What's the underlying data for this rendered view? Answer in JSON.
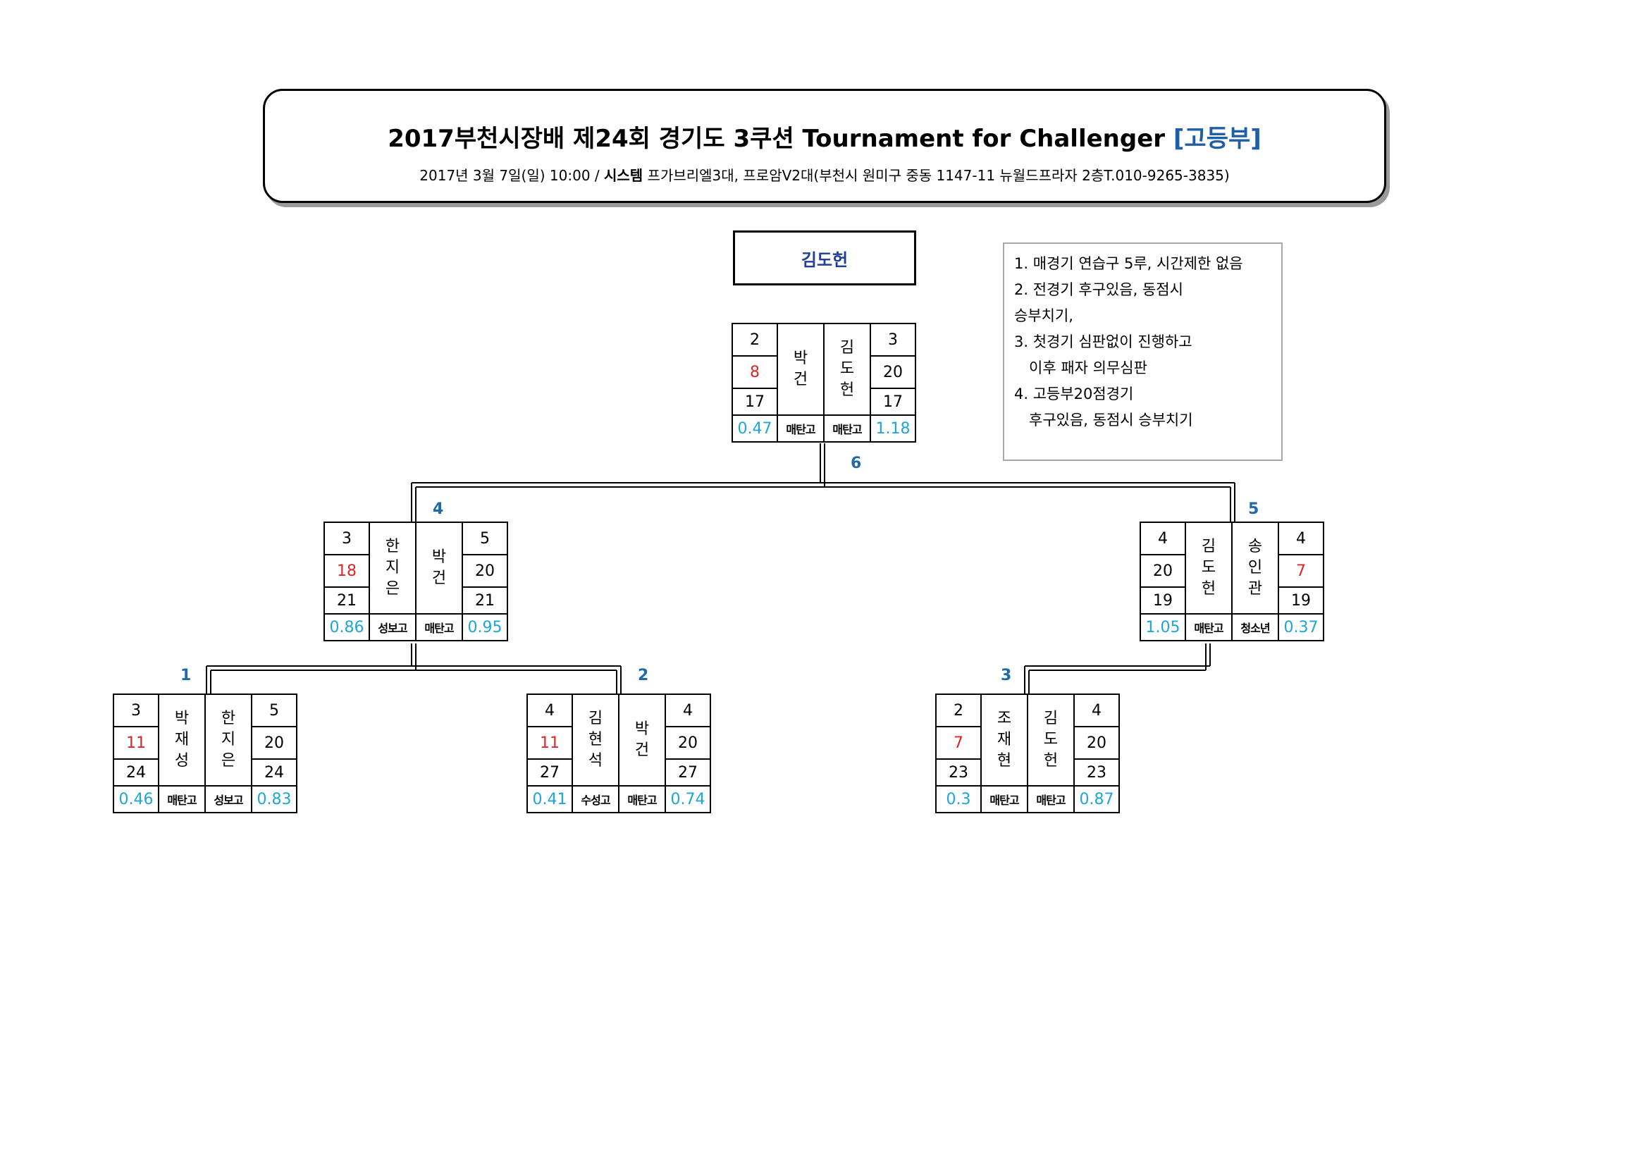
{
  "header": {
    "title_main": "2017부천시장배  제24회 경기도 3쿠션 Tournament for Challenger ",
    "title_division": "[고등부]",
    "subtitle_pre": "2017년 3월 7일(일) 10:00 / ",
    "subtitle_bold": "시스템",
    "subtitle_post": " 프가브리엘3대, 프로암V2대(부천시 원미구 중동 1147-11 뉴월드프라자 2층T.010-9265-3835)"
  },
  "winner": "김도헌",
  "rules": [
    "1. 매경기 연습구 5루, 시간제한 없음",
    "2. 전경기 후구있음, 동점시",
    "승부치기,",
    "3. 첫경기 심판없이 진행하고",
    "이후 패자 의무심판",
    "4. 고등부20점경기",
    "후구있음, 동점시 승부치기"
  ],
  "rounds": {
    "r1": "1",
    "r2": "2",
    "r3": "3",
    "r4": "4",
    "r5": "5",
    "r6": "6"
  },
  "matches": {
    "m1": {
      "left": {
        "hc": "3",
        "score": "11",
        "innings": "24",
        "avg": "0.46",
        "name": [
          "박",
          "재",
          "성"
        ],
        "school": "매탄고"
      },
      "right": {
        "hc": "5",
        "score": "20",
        "innings": "24",
        "avg": "0.83",
        "name": [
          "한",
          "지",
          "은"
        ],
        "school": "성보고"
      }
    },
    "m2": {
      "left": {
        "hc": "4",
        "score": "11",
        "innings": "27",
        "avg": "0.41",
        "name": [
          "김",
          "현",
          "석"
        ],
        "school": "수성고"
      },
      "right": {
        "hc": "4",
        "score": "20",
        "innings": "27",
        "avg": "0.74",
        "name": [
          "박",
          "건"
        ],
        "school": "매탄고"
      }
    },
    "m3": {
      "left": {
        "hc": "2",
        "score": "7",
        "innings": "23",
        "avg": "0.3",
        "name": [
          "조",
          "재",
          "현"
        ],
        "school": "매탄고"
      },
      "right": {
        "hc": "4",
        "score": "20",
        "innings": "23",
        "avg": "0.87",
        "name": [
          "김",
          "도",
          "헌"
        ],
        "school": "매탄고"
      }
    },
    "m4": {
      "left": {
        "hc": "3",
        "score": "18",
        "innings": "21",
        "avg": "0.86",
        "name": [
          "한",
          "지",
          "은"
        ],
        "school": "성보고"
      },
      "right": {
        "hc": "5",
        "score": "20",
        "innings": "21",
        "avg": "0.95",
        "name": [
          "박",
          "건"
        ],
        "school": "매탄고"
      }
    },
    "m5": {
      "left": {
        "hc": "4",
        "score": "20",
        "innings": "19",
        "avg": "1.05",
        "name": [
          "김",
          "도",
          "헌"
        ],
        "school": "매탄고"
      },
      "right": {
        "hc": "4",
        "score": "7",
        "innings": "19",
        "avg": "0.37",
        "name": [
          "송",
          "인",
          "관"
        ],
        "school": "청소년"
      }
    },
    "m6": {
      "left": {
        "hc": "2",
        "score": "8",
        "innings": "17",
        "avg": "0.47",
        "name": [
          "박",
          "건"
        ],
        "school": "매탄고"
      },
      "right": {
        "hc": "3",
        "score": "20",
        "innings": "17",
        "avg": "1.18",
        "name": [
          "김",
          "도",
          "헌"
        ],
        "school": "매탄고"
      }
    }
  },
  "colors": {
    "loser_score": "#d9262a",
    "average": "#1fa6d4",
    "round_number": "#1f6aa8",
    "title_division": "#1f5fa8",
    "winner_name": "#1f3f9a"
  }
}
